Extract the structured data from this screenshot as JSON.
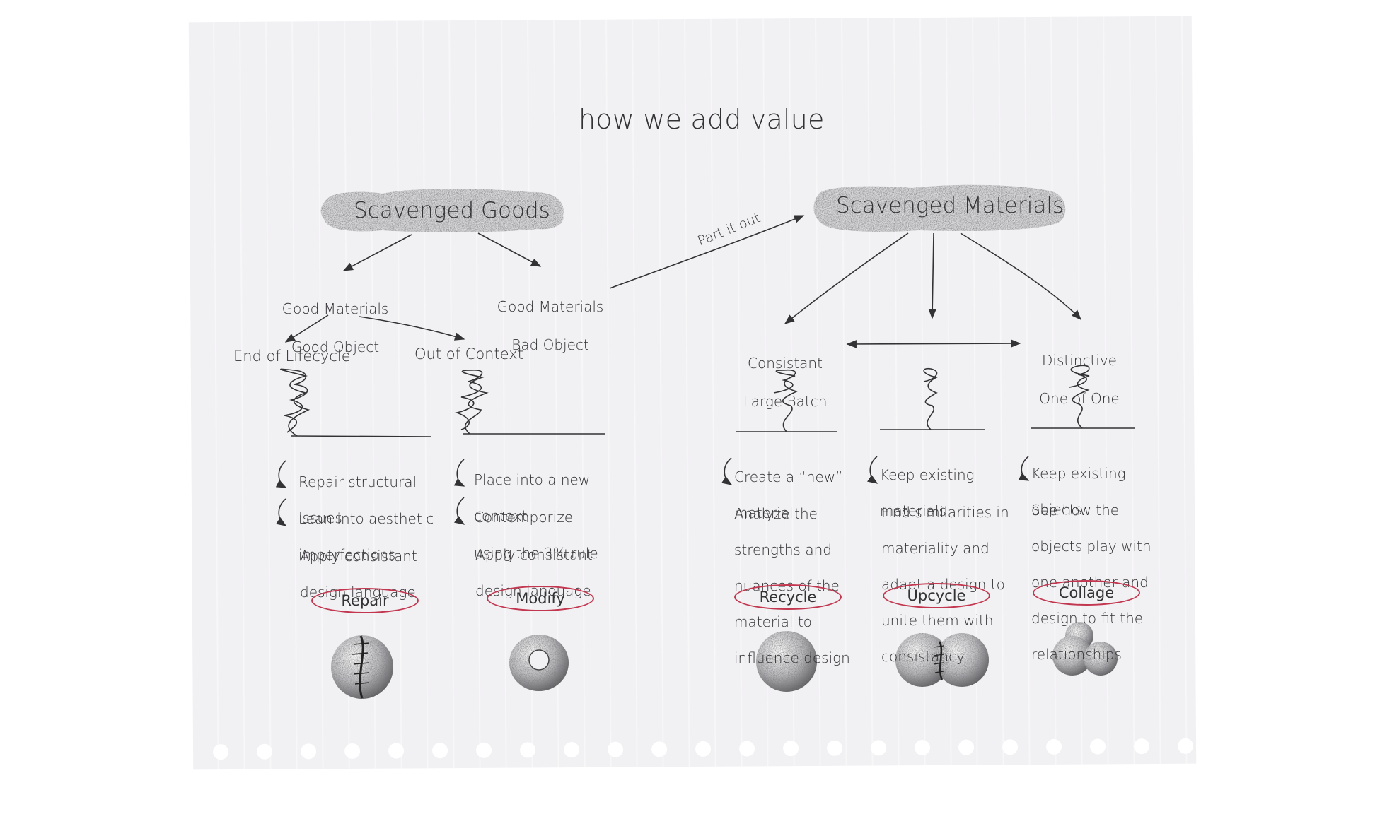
{
  "title": "how we add value",
  "sources": {
    "goods": "Scavenged Goods",
    "materials": "Scavenged Materials"
  },
  "edge_label": "Part it out",
  "goods_branches": {
    "good_object": {
      "line1": "Good Materials",
      "line2": "Good Object"
    },
    "bad_object": {
      "line1": "Good Materials",
      "line2": "Bad Object"
    }
  },
  "lifecycle": {
    "end": "End of Lifecycle",
    "context": "Out of Context"
  },
  "batch": {
    "consistant": {
      "line1": "Consistant",
      "line2": "Large Batch"
    },
    "distinctive": {
      "line1": "Distinctive",
      "line2": "One of One"
    }
  },
  "columns": [
    {
      "steps": [
        {
          "line1": "Repair structural",
          "line2": "issues"
        },
        {
          "line1": "Lean into aesthetic",
          "line2": "imperfections"
        },
        {
          "line1": "Apply consistant",
          "line2": "design language"
        }
      ],
      "action": "Repair",
      "icon": "stitched-sphere-icon"
    },
    {
      "steps": [
        {
          "line1": "Place into a new",
          "line2": "context"
        },
        {
          "line1": "Contemporize",
          "line2": "using the 3% rule"
        },
        {
          "line1": "Apply consistant",
          "line2": "design language"
        }
      ],
      "action": "Modify",
      "icon": "ring-sphere-icon"
    },
    {
      "steps": [
        {
          "line1": "Create a “new”",
          "line2": "material"
        },
        {
          "line1": "Analyze the",
          "line2": "strengths and",
          "line3": "nuances of the",
          "line4": "material to",
          "line5": "influence design"
        }
      ],
      "action": "Recycle",
      "icon": "solid-sphere-icon"
    },
    {
      "steps": [
        {
          "line1": "Keep existing",
          "line2": "materials"
        },
        {
          "line1": "Find similarities in",
          "line2": "materiality and",
          "line3": "adapt a design to",
          "line4": "unite them with",
          "line5": "consistancy"
        }
      ],
      "action": "Upcycle",
      "icon": "joined-spheres-icon"
    },
    {
      "steps": [
        {
          "line1": "Keep existing",
          "line2": "objects"
        },
        {
          "line1": "See how the",
          "line2": "objects play with",
          "line3": "one another and",
          "line4": "design to fit the",
          "line5": "relationships"
        }
      ],
      "action": "Collage",
      "icon": "overlapping-spheres-icon"
    }
  ],
  "colors": {
    "ink": "#333235",
    "pill_border": "#c2374f",
    "paper": "#f1f0f3"
  }
}
